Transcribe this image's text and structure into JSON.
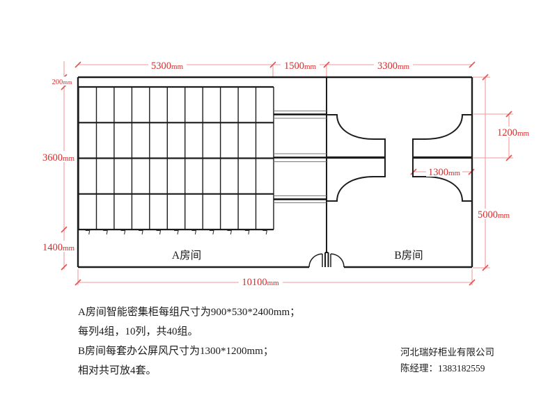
{
  "page": {
    "background": "#ffffff"
  },
  "colors": {
    "wall": "#1c1c1c",
    "dim_line": "#f29a9a",
    "dim_tick": "#e25555",
    "dim_text": "#d92b2b",
    "text": "#1a1a1a"
  },
  "plan": {
    "room_a_label": "A房间",
    "room_b_label": "B房间",
    "dims": {
      "top_a": {
        "value": "5300",
        "unit": "mm"
      },
      "top_corridor": {
        "value": "1500",
        "unit": "mm"
      },
      "top_b": {
        "value": "3300",
        "unit": "mm"
      },
      "left_offset": {
        "value": "200",
        "unit": "mm"
      },
      "left_cabinets": {
        "value": "3600",
        "unit": "mm"
      },
      "left_aisle": {
        "value": "1400",
        "unit": "mm"
      },
      "total_width": {
        "value": "10100",
        "unit": "mm"
      },
      "right_height": {
        "value": "5000",
        "unit": "mm"
      },
      "desk_depth": {
        "value": "1200",
        "unit": "mm"
      },
      "desk_width": {
        "value": "1300",
        "unit": "mm"
      }
    }
  },
  "notes": {
    "line1": "A房间智能密集柜每组尺寸为900*530*2400mm；",
    "line2": "每列4组，10列，共40组。",
    "line3": "B房间每套办公屏风尺寸为1300*1200mm；",
    "line4": "相对共可放4套。"
  },
  "footer": {
    "company": "河北瑞好柜业有限公司",
    "contact": "陈经理：1383182559"
  }
}
